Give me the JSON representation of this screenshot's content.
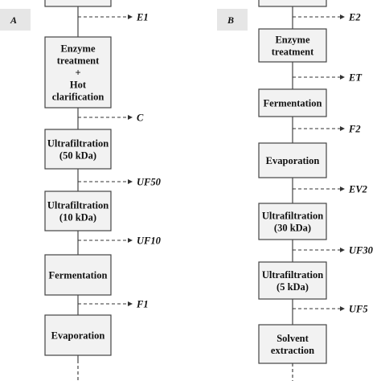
{
  "panel_a": {
    "label": "A",
    "steps": [
      {
        "lines": [
          "Enzyme",
          "treatment",
          "+",
          "Hot",
          "clarification"
        ]
      },
      {
        "lines": [
          "Ultrafiltration",
          "(50 kDa)"
        ]
      },
      {
        "lines": [
          "Ultrafiltration",
          "(10 kDa)"
        ]
      },
      {
        "lines": [
          "Fermentation"
        ]
      },
      {
        "lines": [
          "Evaporation"
        ]
      }
    ],
    "samples": [
      "E1",
      "C",
      "UF50",
      "UF10",
      "F1"
    ]
  },
  "panel_b": {
    "label": "B",
    "steps": [
      {
        "lines": [
          "Enzyme",
          "treatment"
        ]
      },
      {
        "lines": [
          "Fermentation"
        ]
      },
      {
        "lines": [
          "Evaporation"
        ]
      },
      {
        "lines": [
          "Ultrafiltration",
          "(30 kDa)"
        ]
      },
      {
        "lines": [
          "Ultrafiltration",
          "(5 kDa)"
        ]
      },
      {
        "lines": [
          "Solvent",
          "extraction"
        ]
      }
    ],
    "samples": [
      "E2",
      "ET",
      "F2",
      "EV2",
      "UF30",
      "UF5"
    ]
  },
  "colors": {
    "background": "#ffffff",
    "panel_tab": "#e6e6e6",
    "box_fill": "#f2f2f2",
    "stroke": "#444444"
  }
}
